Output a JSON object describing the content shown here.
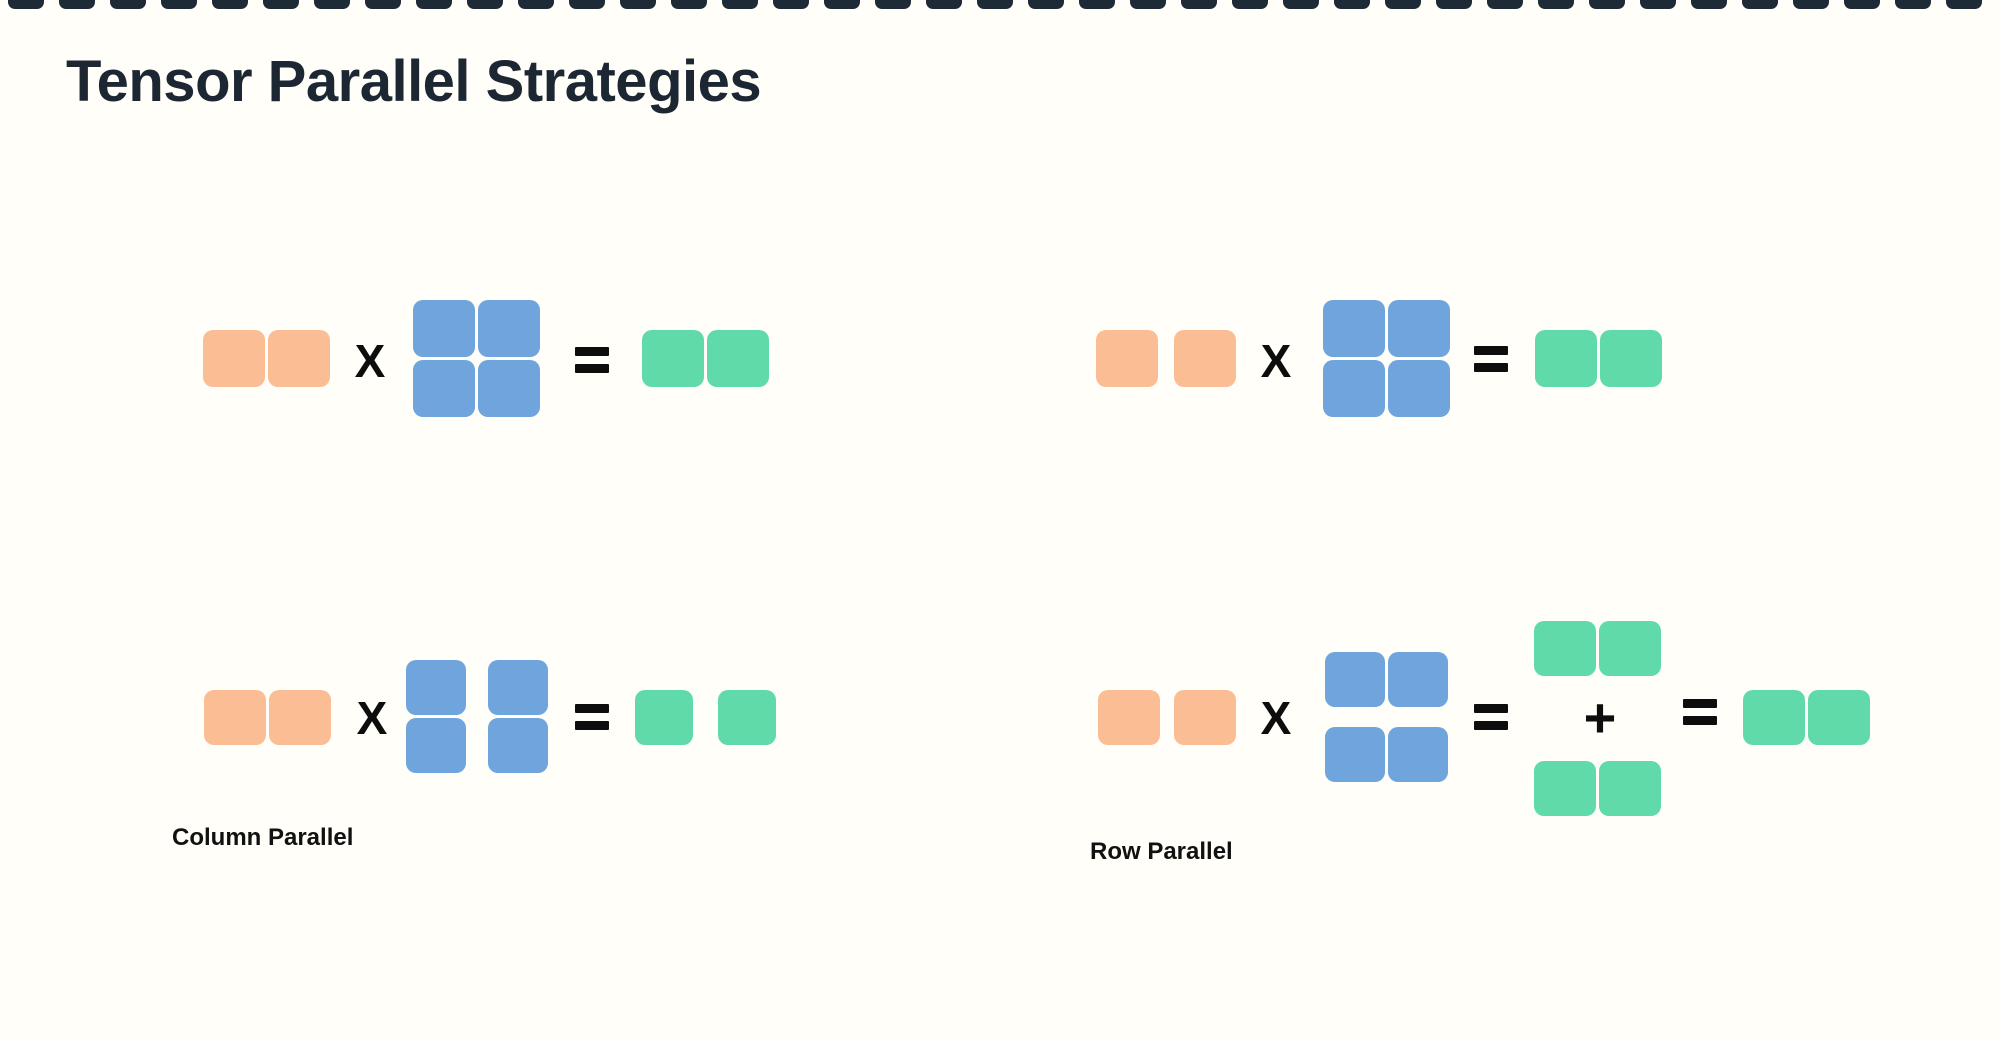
{
  "title": "Tensor Parallel Strategies",
  "labels": {
    "column_parallel": "Column Parallel",
    "row_parallel": "Row Parallel"
  },
  "operators": {
    "multiply": "X",
    "equals": "=",
    "plus": "+"
  },
  "colors": {
    "background": "#FFFEF8",
    "title": "#1C2733",
    "label": "#111111",
    "operator": "#0D0D0D",
    "input": "#FBBD93",
    "weight": "#6FA4DC",
    "output": "#60DAA8",
    "top_strip": "#1E2B36"
  },
  "diagram": {
    "groups": [
      {
        "name": "replicated-top-left",
        "label": "",
        "input_cells": 2,
        "weight_rows": 2,
        "weight_cols": 2,
        "weight_split": "none",
        "output_cells": 2,
        "operator_sequence": [
          "X",
          "="
        ]
      },
      {
        "name": "replicated-top-right",
        "label": "",
        "input_cells": 2,
        "weight_rows": 2,
        "weight_cols": 2,
        "weight_split": "none",
        "output_cells": 2,
        "operator_sequence": [
          "X",
          "="
        ]
      },
      {
        "name": "column-parallel",
        "label": "Column Parallel",
        "input_cells": 2,
        "weight_rows": 2,
        "weight_cols": 2,
        "weight_split": "columns",
        "output_cells": 2,
        "output_split": "separated",
        "operator_sequence": [
          "X",
          "="
        ]
      },
      {
        "name": "row-parallel",
        "label": "Row Parallel",
        "input_cells": 2,
        "weight_rows": 2,
        "weight_cols": 2,
        "weight_split": "rows",
        "partial_output_pairs": 2,
        "output_cells": 2,
        "operator_sequence": [
          "X",
          "=",
          "+",
          "="
        ]
      }
    ]
  },
  "top_strip": {
    "dash_count": 39
  }
}
